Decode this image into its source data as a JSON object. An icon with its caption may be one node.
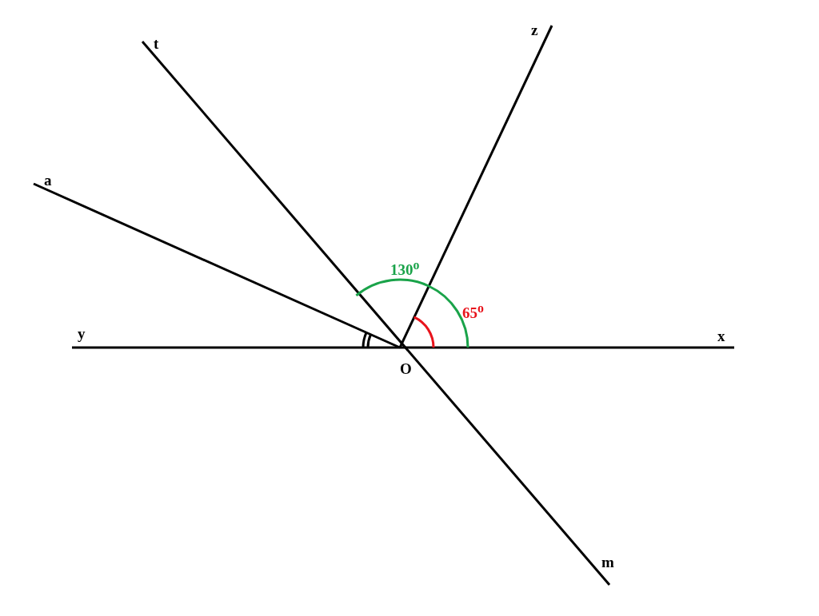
{
  "diagram": {
    "labels": [
      "z",
      "t",
      "a",
      "130$^{o}$",
      "65$^{o}$",
      "y",
      "x",
      "O",
      "m"
    ]
  }
}
